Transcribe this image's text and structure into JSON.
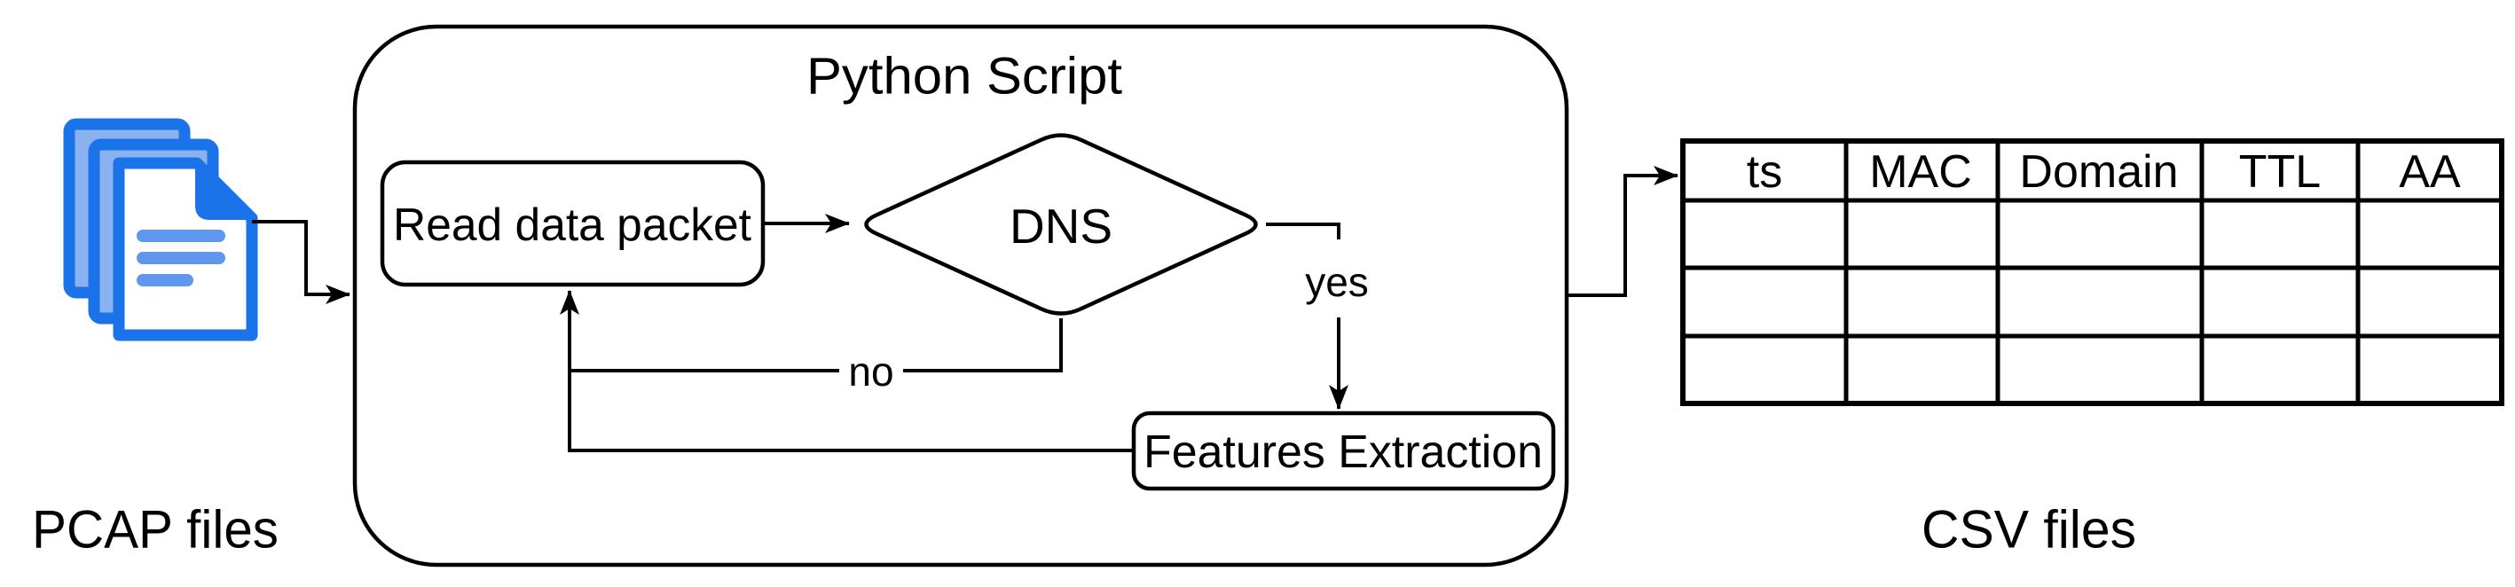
{
  "diagram": {
    "background_color": "#ffffff",
    "line_color": "#000000",
    "source": {
      "icon": "documents-stack-icon",
      "label": "PCAP files"
    },
    "container": {
      "title": "Python Script"
    },
    "nodes": {
      "read_step": "Read data packet",
      "decision": "DNS",
      "features_step": "Features Extraction"
    },
    "edge_labels": {
      "yes": "yes",
      "no": "no"
    },
    "output": {
      "label": "CSV files",
      "table": {
        "columns": [
          "ts",
          "MAC",
          "Domain",
          "TTL",
          "AA"
        ],
        "empty_row_count": 3
      }
    },
    "icon_colors": {
      "primary": "#1a73e8",
      "light_fill": "#8ab2f1",
      "line_fill": "#5f97ee",
      "page_fill": "#ffffff"
    }
  }
}
